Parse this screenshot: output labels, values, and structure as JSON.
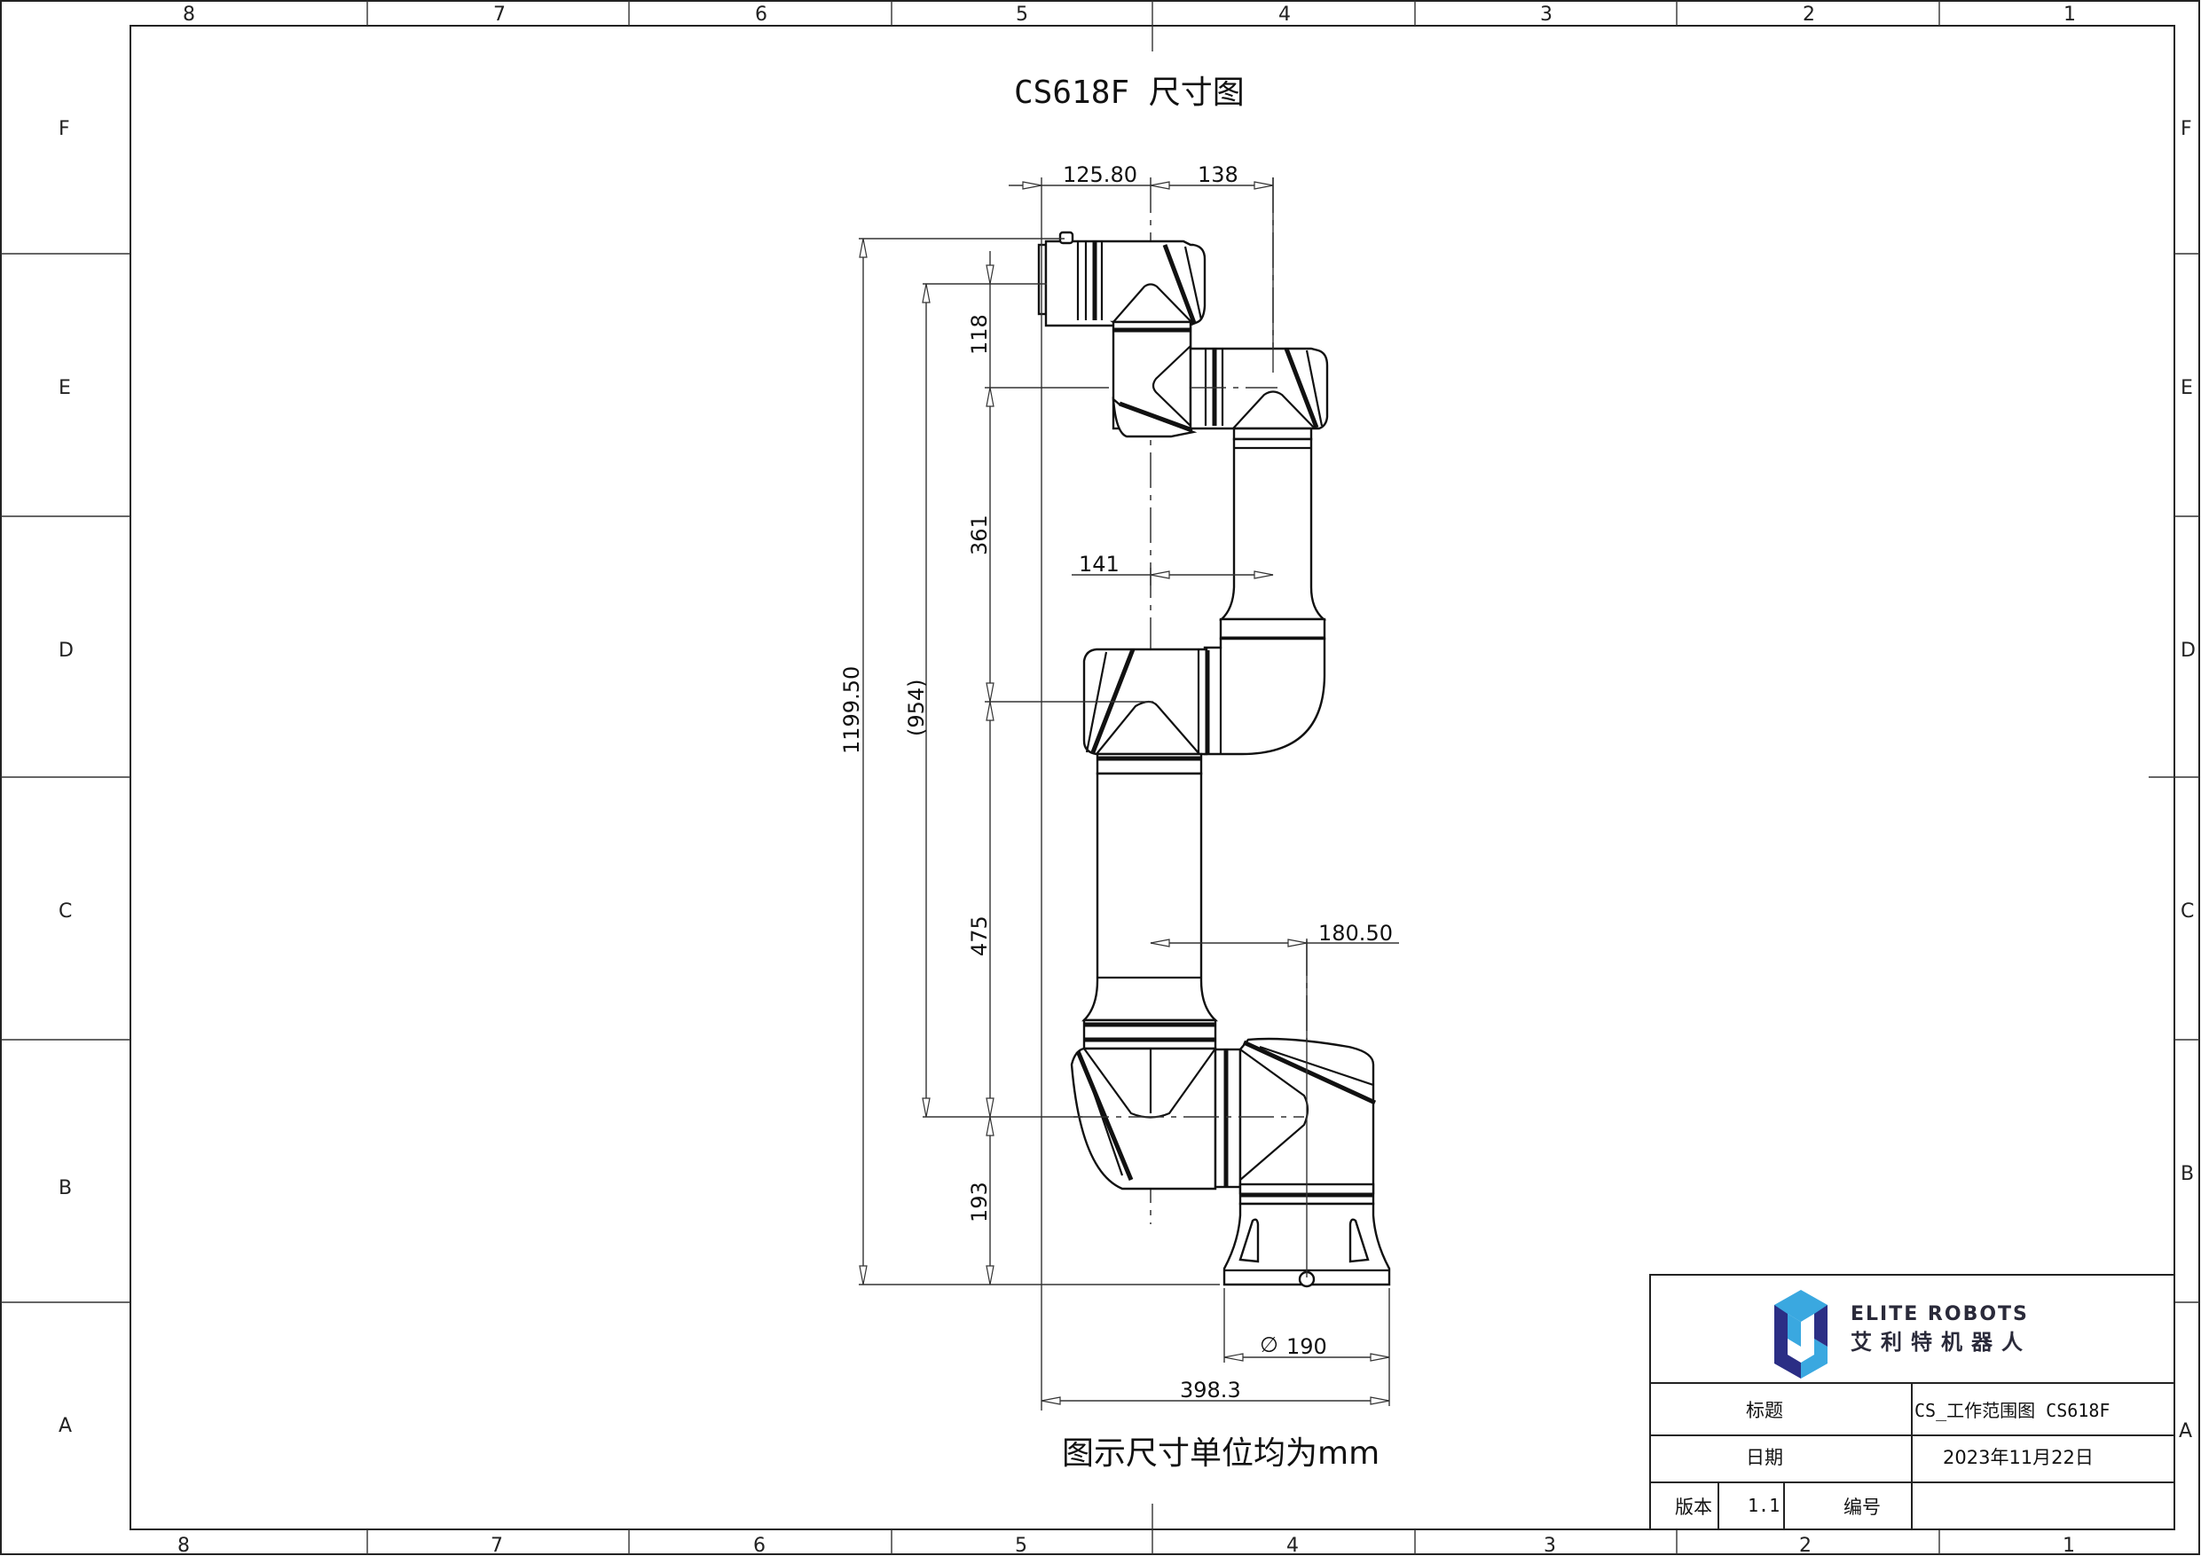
{
  "drawing": {
    "title": "CS618F 尺寸图",
    "unit_note": "图示尺寸单位均为mm"
  },
  "zones": {
    "columns": [
      "8",
      "7",
      "6",
      "5",
      "4",
      "3",
      "2",
      "1"
    ],
    "rows": [
      "F",
      "E",
      "D",
      "C",
      "B",
      "A"
    ]
  },
  "dimensions": {
    "top_left_offset": "125.80",
    "top_right_offset": "138",
    "total_height": "1199.50",
    "reference_height": "(954)",
    "segment_118": "118",
    "segment_361": "361",
    "segment_475": "475",
    "segment_193": "193",
    "elbow_offset": "141",
    "shoulder_offset": "180.50",
    "base_diameter": "190",
    "base_diameter_symbol": "∅",
    "total_width": "398.3"
  },
  "title_block": {
    "brand_en": "ELITE ROBOTS",
    "brand_cn": "艾利特机器人",
    "logo_colors": {
      "light": "#3aa8e0",
      "dark": "#2b2e85"
    },
    "title_label": "标题",
    "title_value": "CS_工作范围图 CS618F",
    "date_label": "日期",
    "date_value": "2023年11月22日",
    "version_label": "版本",
    "version_value": "1.1",
    "number_label": "编号",
    "number_value": ""
  }
}
